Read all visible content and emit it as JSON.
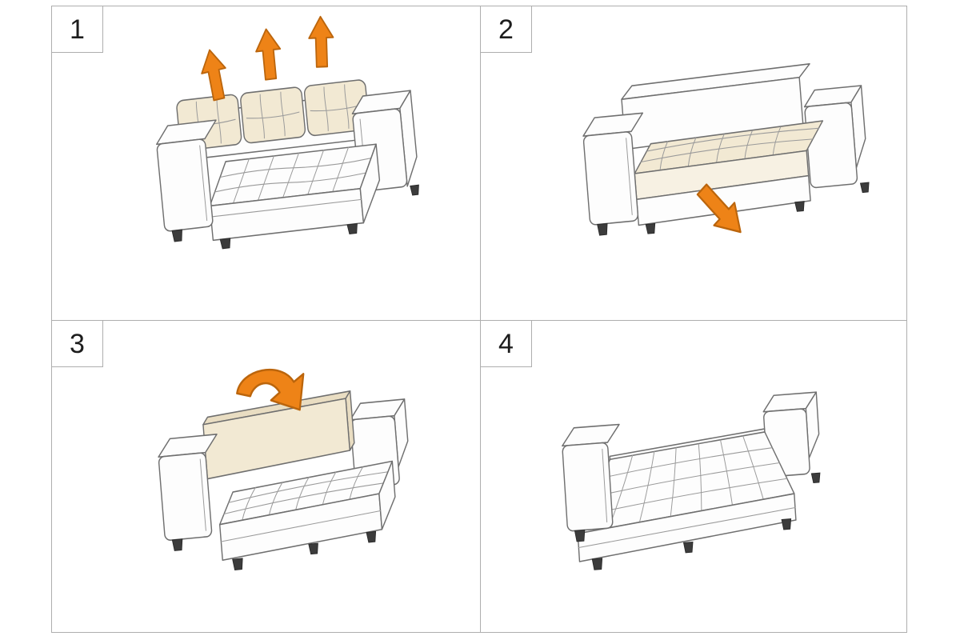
{
  "document": {
    "type": "sofa-bed-conversion-instructions",
    "background": "#ffffff",
    "frame_color": "#aeaeae"
  },
  "steps": [
    {
      "number": "1",
      "action": "lift-off-back-cushions",
      "arrow_icons": "three-up-arrows"
    },
    {
      "number": "2",
      "action": "pull-out-under-seat-base",
      "arrow_icons": "one-down-right-arrow"
    },
    {
      "number": "3",
      "action": "fold-backrest-forward",
      "arrow_icons": "one-curved-fold-arrow"
    },
    {
      "number": "4",
      "action": "flat-bed-ready",
      "arrow_icons": "none"
    }
  ],
  "colors": {
    "arrow": "#ee8317",
    "arrow_outline": "#bb650c",
    "cushion": "#f2e9d3",
    "cushion_light": "#f7f1e3",
    "backrest_top": "#e9ddc2",
    "sofa_outline": "#6f6f6f"
  }
}
